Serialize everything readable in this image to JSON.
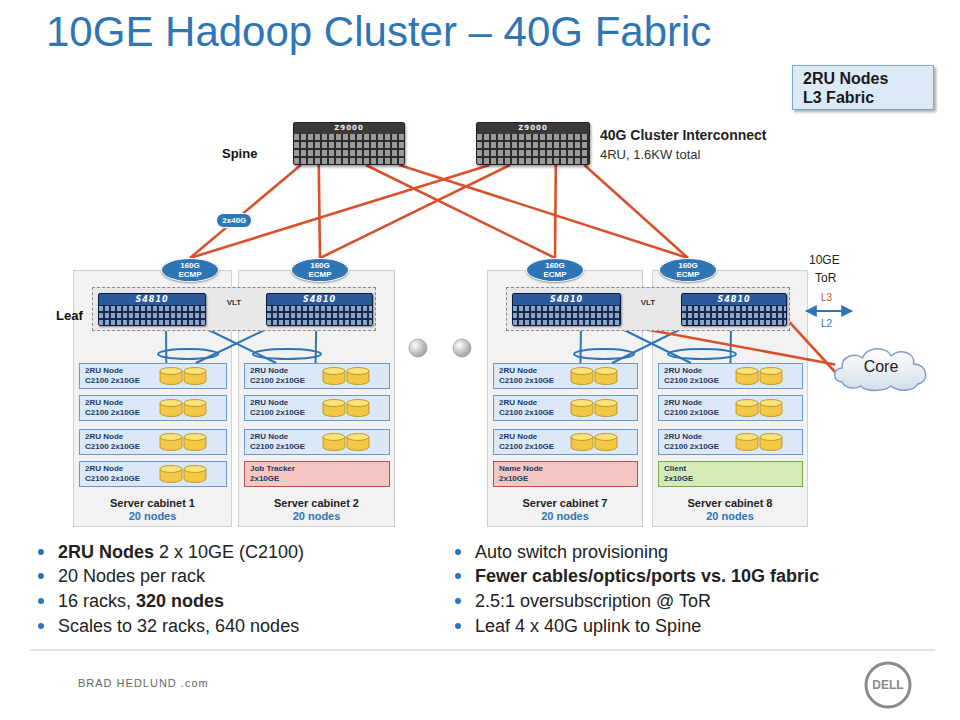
{
  "diagram": {
    "title": "10GE Hadoop Cluster – 40G Fabric",
    "nodes": [
      {
        "text": [
          "2RU Nodes L3 Fabric"
        ]
      },
      {
        "text": [
          "Z9000"
        ]
      },
      {
        "text": [
          "Z9000"
        ]
      },
      {
        "text": [
          "160G ECMP"
        ]
      },
      {
        "text": [
          "160G ECMP"
        ]
      },
      {
        "text": [
          "160G ECMP"
        ]
      },
      {
        "text": [
          "160G ECMP"
        ]
      },
      {
        "text": [
          "VLT"
        ]
      },
      {
        "text": [
          "S4810"
        ],
        "in": 7
      },
      {
        "text": [
          "S4810"
        ],
        "in": 7
      },
      {
        "text": [
          "VLT"
        ]
      },
      {
        "text": [
          "S4810"
        ],
        "in": 10
      },
      {
        "text": [
          "S4810"
        ],
        "in": 10
      },
      {
        "text": [
          "Core"
        ]
      },
      {
        "text": [
          "Server cabinet 1",
          "20 nodes"
        ]
      },
      {
        "text": [
          "2RU Node",
          "C2100 2x10GE"
        ],
        "in": 14
      },
      {
        "text": [
          "2RU Node",
          "C2100 2x10GE"
        ],
        "in": 14
      },
      {
        "text": [
          "2RU Node",
          "C2100 2x10GE"
        ],
        "in": 14
      },
      {
        "text": [
          "2RU Node",
          "C2100 2x10GE"
        ],
        "in": 14
      },
      {
        "text": [
          "Server cabinet 2",
          "20 nodes"
        ]
      },
      {
        "text": [
          "2RU Node",
          "C2100 2x10GE"
        ],
        "in": 19
      },
      {
        "text": [
          "2RU Node",
          "C2100 2x10GE"
        ],
        "in": 19
      },
      {
        "text": [
          "2RU Node",
          "C2100 2x10GE"
        ],
        "in": 19
      },
      {
        "text": [
          "Job Tracker",
          "2x10GE"
        ],
        "in": 19
      },
      {
        "text": [
          "Server cabinet 7",
          "20 nodes"
        ]
      },
      {
        "text": [
          "2RU Node",
          "C2100 2x10GE"
        ],
        "in": 24
      },
      {
        "text": [
          "2RU Node",
          "C2100 2x10GE"
        ],
        "in": 24
      },
      {
        "text": [
          "2RU Node",
          "C2100 2x10GE"
        ],
        "in": 24
      },
      {
        "text": [
          "Name Node",
          "2x10GE"
        ],
        "in": 24
      },
      {
        "text": [
          "Server cabinet 8",
          "20 nodes"
        ]
      },
      {
        "text": [
          "2RU Node",
          "C2100 2x10GE"
        ],
        "in": 29
      },
      {
        "text": [
          "2RU Node",
          "C2100 2x10GE"
        ],
        "in": 29
      },
      {
        "text": [
          "2RU Node",
          "C2100 2x10GE"
        ],
        "in": 29
      },
      {
        "text": [
          "Client",
          "2x10GE"
        ],
        "in": 29
      }
    ],
    "edges": [
      {
        "from": 1,
        "to": 3,
        "arrow": "none",
        "label": "2x40G"
      },
      {
        "from": 1,
        "to": 4,
        "arrow": "none"
      },
      {
        "from": 1,
        "to": 5,
        "arrow": "none"
      },
      {
        "from": 1,
        "to": 6,
        "arrow": "none"
      },
      {
        "from": 2,
        "to": 3,
        "arrow": "none"
      },
      {
        "from": 2,
        "to": 4,
        "arrow": "none"
      },
      {
        "from": 2,
        "to": 5,
        "arrow": "none"
      },
      {
        "from": 2,
        "to": 6,
        "arrow": "none"
      },
      {
        "from": 8,
        "to": 15,
        "arrow": "none"
      },
      {
        "from": 8,
        "to": 20,
        "arrow": "none"
      },
      {
        "from": 9,
        "to": 15,
        "arrow": "none"
      },
      {
        "from": 9,
        "to": 20,
        "arrow": "none"
      },
      {
        "from": 11,
        "to": 25,
        "arrow": "none"
      },
      {
        "from": 11,
        "to": 30,
        "arrow": "none"
      },
      {
        "from": 12,
        "to": 25,
        "arrow": "none"
      },
      {
        "from": 12,
        "to": 30,
        "arrow": "none"
      },
      {
        "from": 11,
        "to": 13,
        "arrow": "none"
      },
      {
        "from": 12,
        "to": 13,
        "arrow": "none"
      }
    ],
    "labels": [
      "Spine",
      "40G Cluster Interconnect",
      "4RU, 1.6KW total",
      "10GE",
      "ToR",
      "L3",
      "L2",
      "Leaf",
      "2RU Nodes",
      "2 x 10GE (C2100)",
      "20 Nodes per rack",
      "16 racks,",
      "320 nodes",
      "Scales to 32 racks, 640 nodes",
      "Auto switch provisioning",
      "Fewer cables/optics/ports vs. 10G fabric",
      "2.5:1 oversubscription  @ ToR",
      "Leaf 4 x 40G uplink to Spine",
      "BRAD HEDLUND .com",
      "DELL"
    ]
  }
}
